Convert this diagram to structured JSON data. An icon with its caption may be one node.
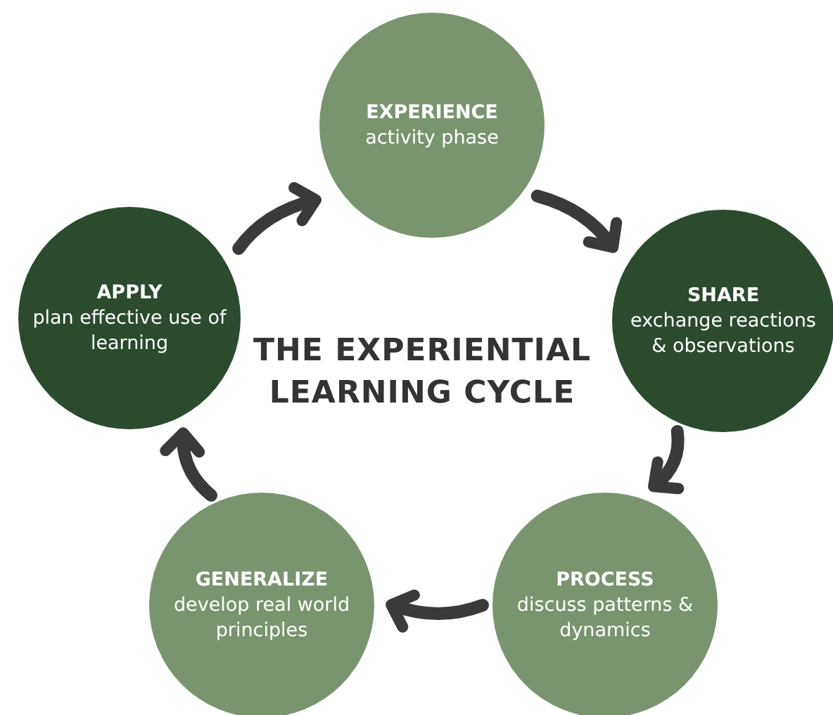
{
  "diagram": {
    "title": "THE EXPERIENTIAL LEARNING CYCLE",
    "nodes": [
      {
        "text": [
          "EXPERIENCE",
          "activity phase"
        ]
      },
      {
        "text": [
          "SHARE",
          "exchange reactions & observations"
        ]
      },
      {
        "text": [
          "PROCESS",
          "discuss patterns & dynamics"
        ]
      },
      {
        "text": [
          "GENERALIZE",
          "develop real world principles"
        ]
      },
      {
        "text": [
          "APPLY",
          "plan effective use of learning"
        ]
      }
    ],
    "edges": [
      {
        "from": 0,
        "to": 1,
        "arrow": "to"
      },
      {
        "from": 1,
        "to": 2,
        "arrow": "to"
      },
      {
        "from": 2,
        "to": 3,
        "arrow": "to"
      },
      {
        "from": 3,
        "to": 4,
        "arrow": "to"
      },
      {
        "from": 4,
        "to": 0,
        "arrow": "to"
      }
    ]
  }
}
